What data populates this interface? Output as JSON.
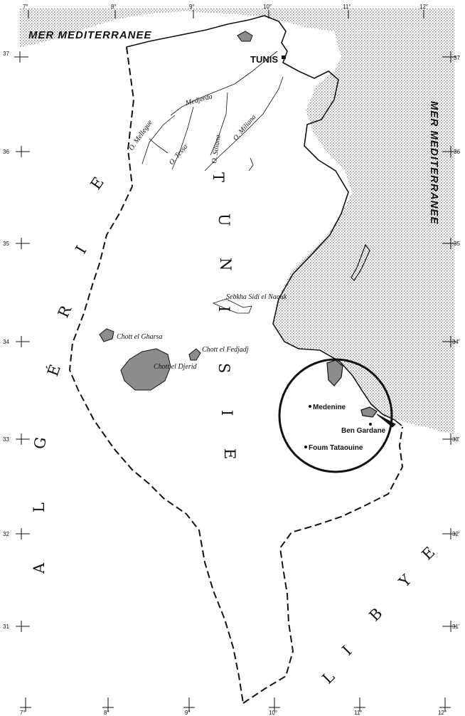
{
  "map": {
    "seas": {
      "north": "MER MEDITERRANEE",
      "east": "MER MEDITERRANEE"
    },
    "countries": {
      "algeria_letters": [
        "A",
        "L",
        "G",
        "É",
        "R",
        "I",
        "E"
      ],
      "tunisia_letters": [
        "T",
        "U",
        "N",
        "I",
        "S",
        "I",
        "E"
      ],
      "libya_letters": [
        "L",
        "I",
        "B",
        "Y",
        "E"
      ]
    },
    "capital": "TUNIS",
    "rivers": [
      "Medjerda",
      "O. Mellegue",
      "O. Tessa",
      "O. Siliana",
      "O. Miliana"
    ],
    "lakes": [
      "Sebkha Sidi el Naouk",
      "Chott el Gharsa",
      "Chott el Fedjadj",
      "Chott el Djerid"
    ],
    "cities": [
      "Medenine",
      "Ben Gardane",
      "Foum Tataouine"
    ],
    "lon_labels": [
      "7°",
      "8°",
      "9°",
      "10°",
      "11°",
      "12°"
    ],
    "lat_labels_left": [
      "37",
      "36",
      "35",
      "34",
      "33",
      "32",
      "31"
    ],
    "lat_labels_right": [
      "37",
      "36",
      "35",
      "34'",
      "33'",
      "32'",
      "31'"
    ],
    "lon_labels_bottom": [
      "7°",
      "8°",
      "9°",
      "10°",
      "11°",
      "12°"
    ],
    "colors": {
      "ink": "#111111",
      "sea_dots": "#8a8a8a",
      "lake_fill": "#8c8c8c"
    }
  }
}
